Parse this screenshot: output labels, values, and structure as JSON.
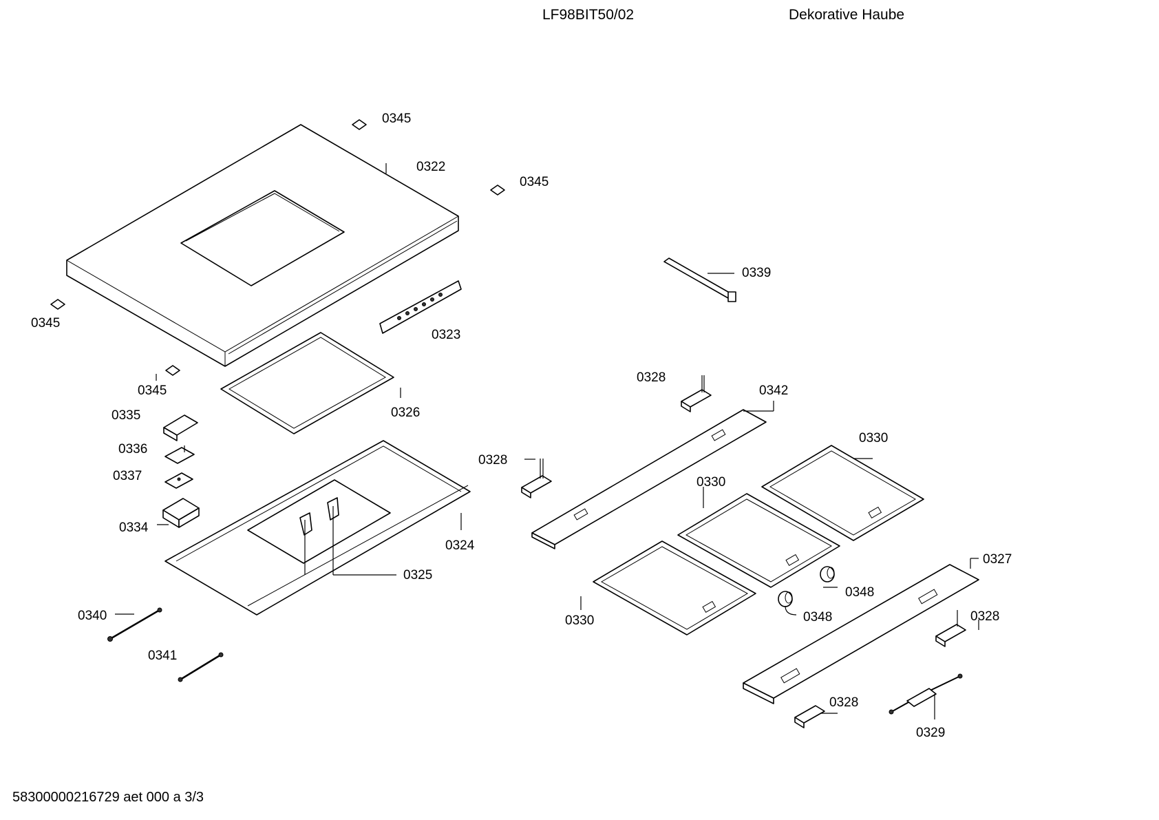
{
  "header": {
    "model": "LF98BIT50/02",
    "description": "Dekorative Haube"
  },
  "footer": {
    "document_ref": "58300000216729 aet 000 a 3/3"
  },
  "callouts": {
    "c0345_a": "0345",
    "c0322": "0322",
    "c0345_b": "0345",
    "c0345_c": "0345",
    "c0339": "0339",
    "c0323": "0323",
    "c0345_d": "0345",
    "c0326": "0326",
    "c0328_a": "0328",
    "c0342": "0342",
    "c0335": "0335",
    "c0336": "0336",
    "c0337": "0337",
    "c0328_b": "0328",
    "c0330_a": "0330",
    "c0330_b": "0330",
    "c0334": "0334",
    "c0324": "0324",
    "c0325": "0325",
    "c0327": "0327",
    "c0348_a": "0348",
    "c0348_b": "0348",
    "c0340": "0340",
    "c0330_c": "0330",
    "c0328_c": "0328",
    "c0341": "0341",
    "c0328_d": "0328",
    "c0329": "0329"
  }
}
